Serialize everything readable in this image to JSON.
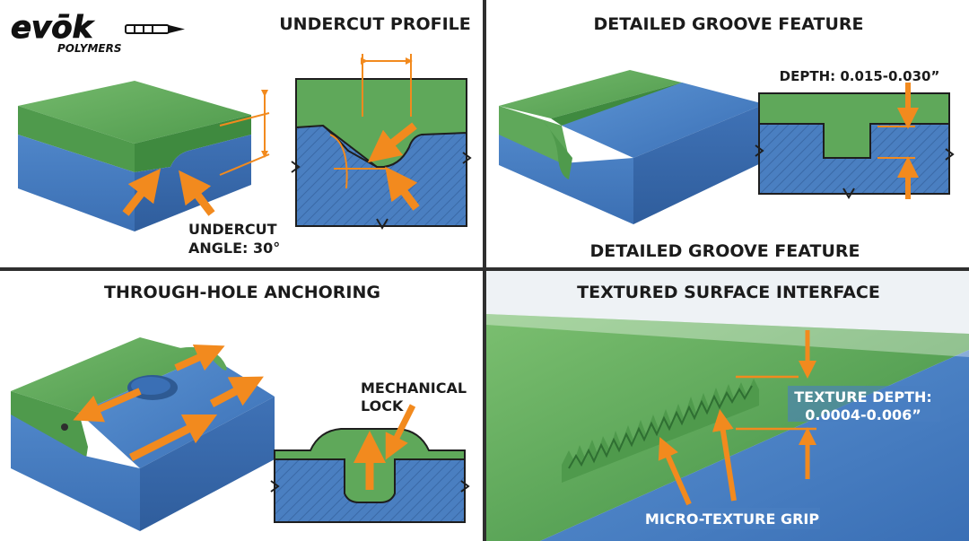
{
  "brand": {
    "logo_word": "evōk",
    "logo_sub": "POLYMERS"
  },
  "panels": {
    "undercut": {
      "title": "UNDERCUT PROFILE",
      "callout_line1": "UNDERCUT",
      "callout_line2": "ANGLE: 30°"
    },
    "groove": {
      "title": "DETAILED GROOVE FEATURE",
      "depth_label": "DEPTH: 0.015-0.030”",
      "caption": "DETAILED GROOVE FEATURE"
    },
    "through_hole": {
      "title": "THROUGH-HOLE ANCHORING",
      "callout_line1": "MECHANICAL",
      "callout_line2": "LOCK"
    },
    "texture": {
      "title": "TEXTURED SURFACE INTERFACE",
      "depth_line1": "TEXTURE DEPTH:",
      "depth_line2": "0.0004-0.006”",
      "grip_label": "MICRO-TEXTURE GRIP"
    }
  },
  "colors": {
    "green": "#5fa85a",
    "green_dark": "#3f8a3f",
    "blue": "#4a7fc1",
    "blue_dark": "#3565a3",
    "orange": "#f28a1e",
    "outline": "#1e1e1e"
  }
}
